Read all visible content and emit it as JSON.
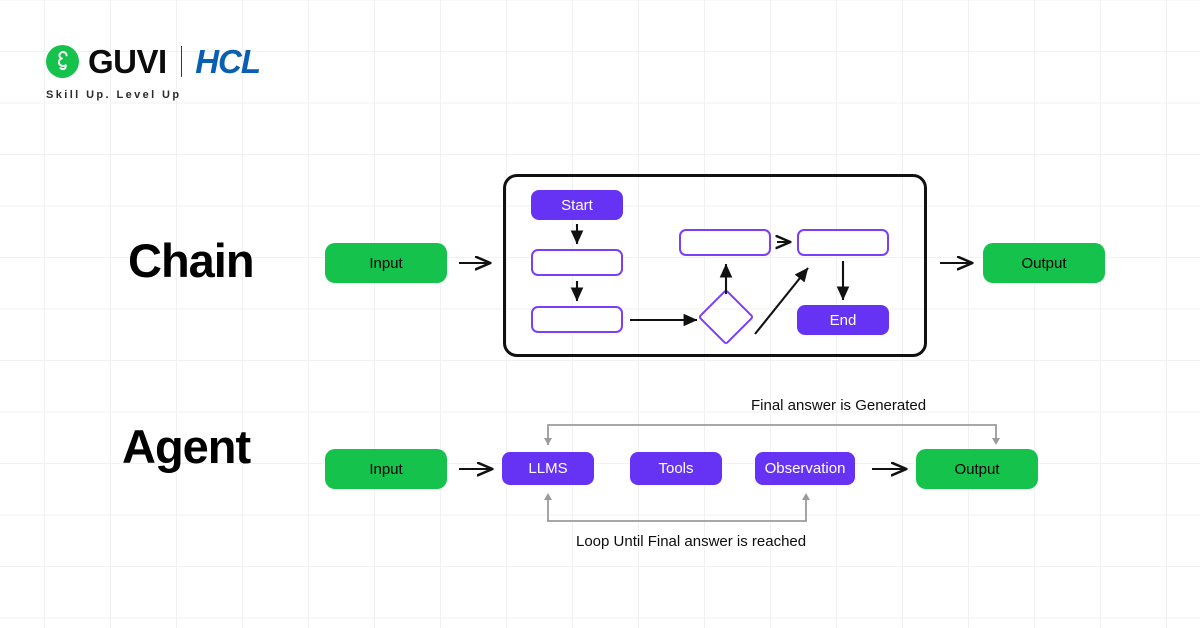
{
  "brand": {
    "guvi_name": "GUVI",
    "divider": "|",
    "hcl_name": "HCL",
    "tagline": "Skill Up. Level Up",
    "mark_icon": "guvi-g-icon",
    "colors": {
      "guvi_green": "#14c24c",
      "hcl_blue": "#0a60b0",
      "text_black": "#0c0c0c"
    }
  },
  "colors": {
    "green_node": "#14c24c",
    "purple_node": "#6633f5",
    "purple_outline": "#7a3ff7",
    "container_border": "#111111",
    "arrow_black": "#111111",
    "arrow_gray": "#9b9b9b",
    "grid_line": "#f1f1f3"
  },
  "sections": [
    {
      "id": "chain",
      "label": "Chain",
      "input_label": "Input",
      "output_label": "Output",
      "inner": {
        "start_label": "Start",
        "end_label": "End",
        "blank_boxes": [
          "",
          "",
          "",
          ""
        ],
        "decision_shape": "diamond"
      }
    },
    {
      "id": "agent",
      "label": "Agent",
      "input_label": "Input",
      "output_label": "Output",
      "steps": [
        "LLMS",
        "Tools",
        "Observation"
      ],
      "captions": {
        "top": "Final answer is Generated",
        "bottom": "Loop Until Final answer is reached"
      }
    }
  ]
}
